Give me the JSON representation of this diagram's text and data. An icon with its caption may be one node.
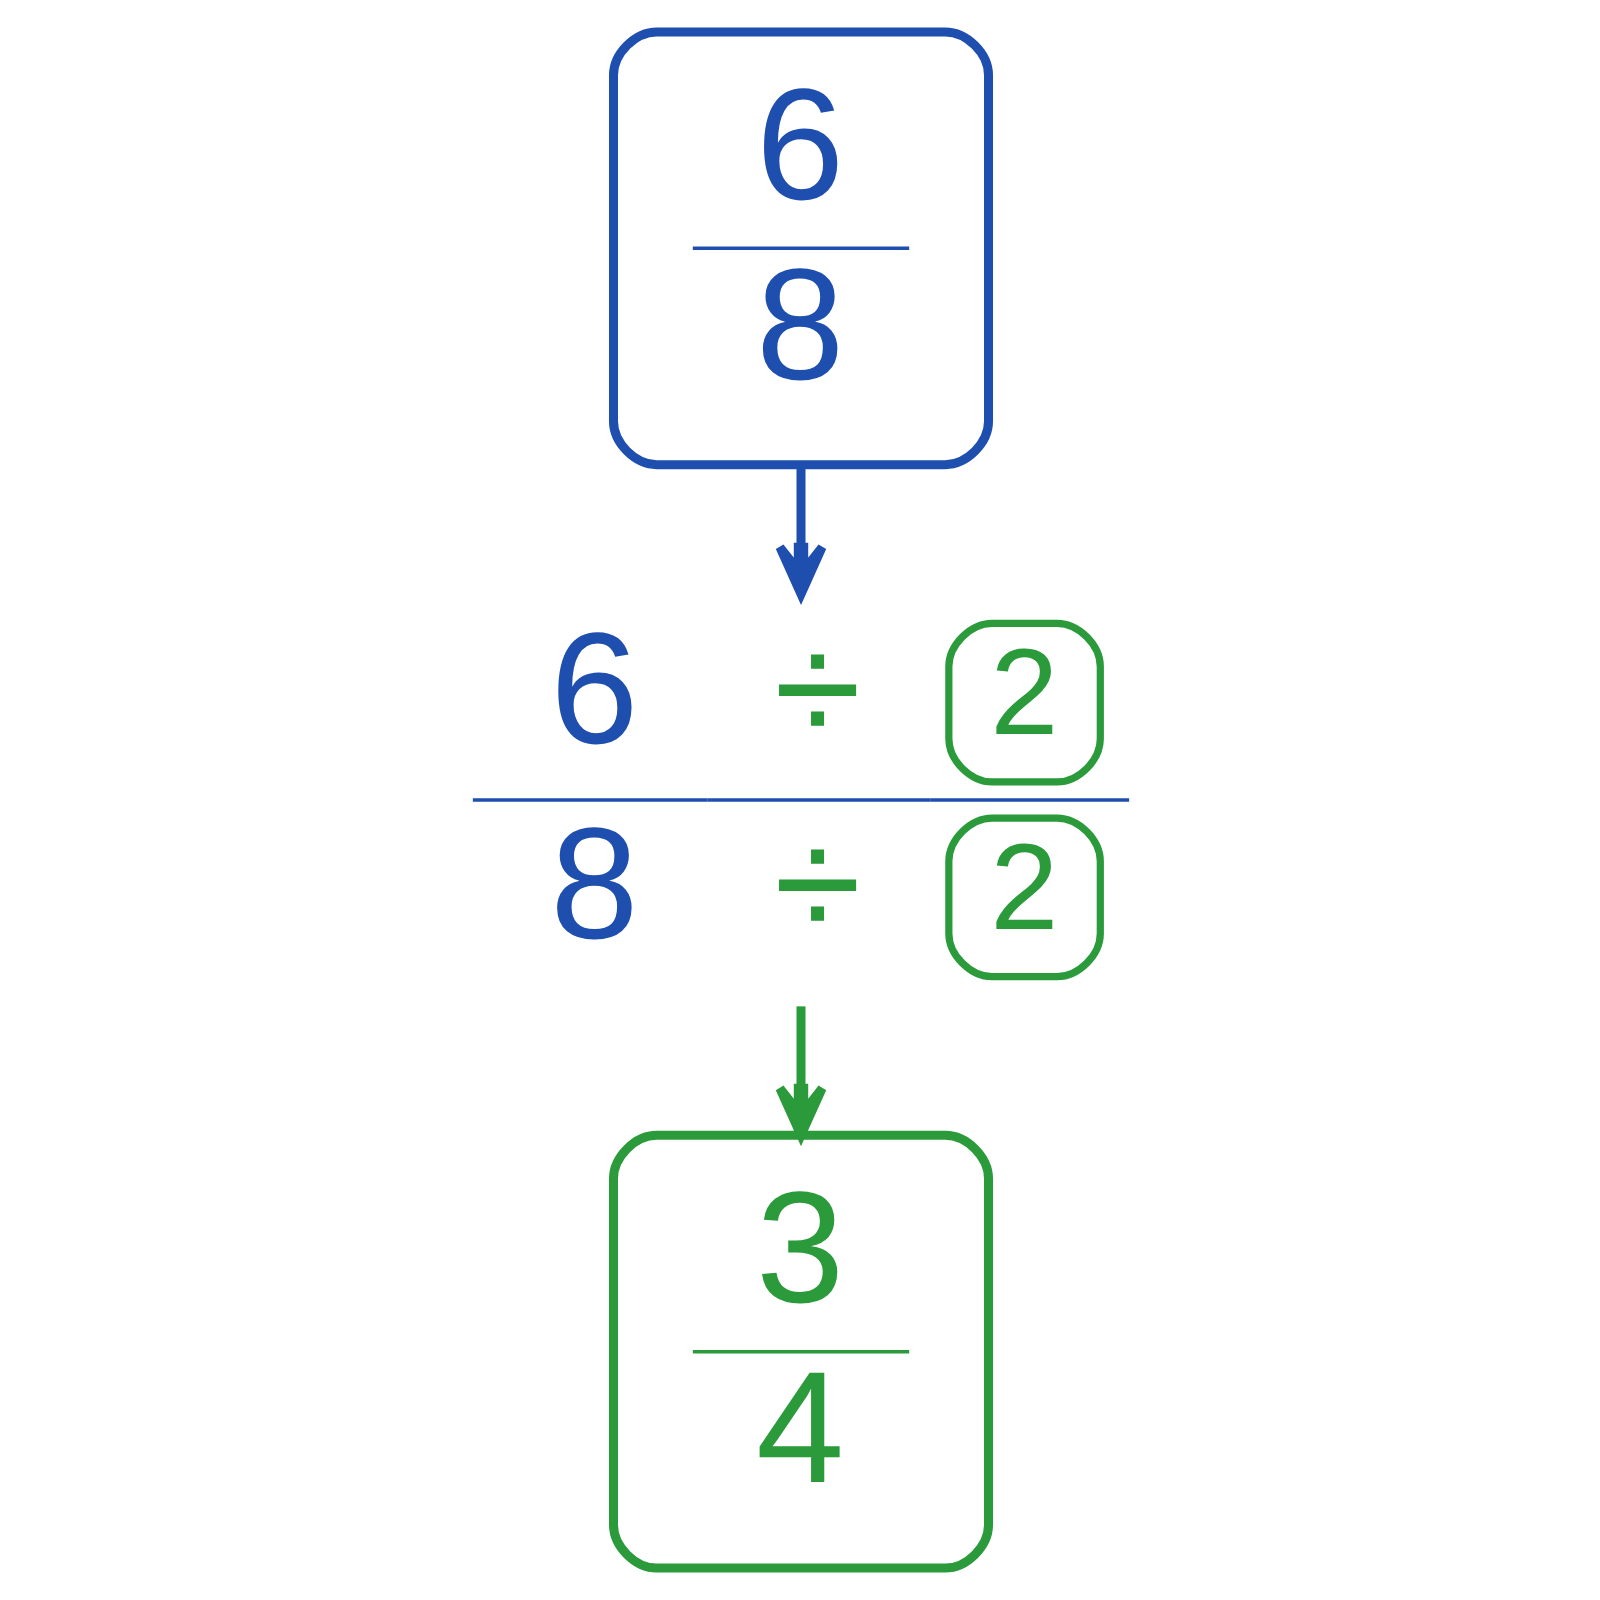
{
  "diagram": {
    "nodes": [
      {
        "text": [
          "6",
          "8"
        ]
      },
      {
        "text": [
          "6",
          "÷",
          "2",
          "8",
          "÷",
          "2"
        ]
      },
      {
        "text": [
          "3",
          "4"
        ]
      }
    ],
    "edges": [
      {
        "from": 0,
        "to": 1,
        "arrow": "to",
        "color": "#1f4fae"
      },
      {
        "from": 1,
        "to": 2,
        "arrow": "to",
        "color": "#2b9a3b"
      }
    ]
  }
}
